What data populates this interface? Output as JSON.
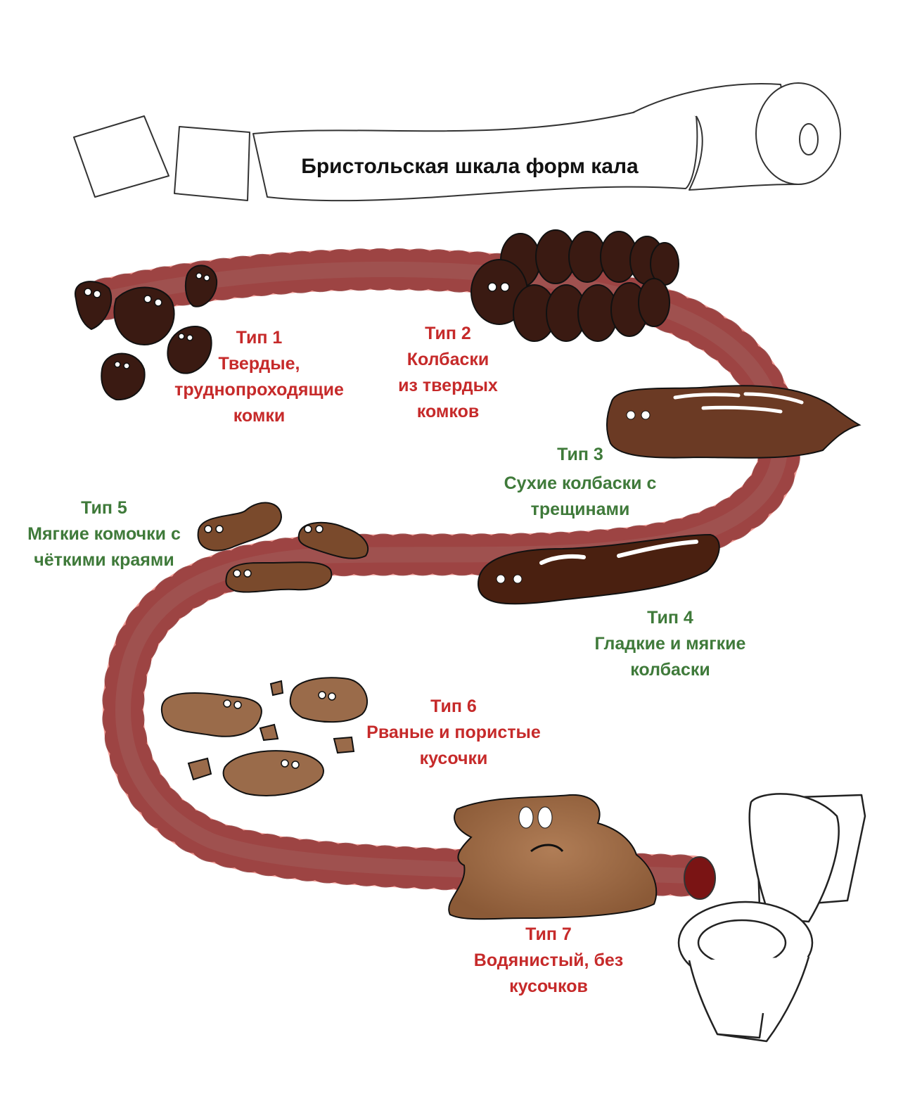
{
  "title": "Бристольская шкала форм кала",
  "colors": {
    "red_label": "#c62a2a",
    "green_label": "#3f7a3a",
    "intestine": "#ee9691",
    "intestine_light": "#f7c8c3",
    "stool_dark": "#3a1a12",
    "stool_medium": "#6b3a24",
    "stool_light": "#9a6b4a"
  },
  "types": [
    {
      "id": 1,
      "heading": "Тип 1",
      "lines": [
        "Твердые,",
        "труднопроходящие",
        "комки"
      ],
      "color": "red"
    },
    {
      "id": 2,
      "heading": "Тип 2",
      "lines": [
        "Колбаски",
        "из твердых",
        "комков"
      ],
      "color": "red"
    },
    {
      "id": 3,
      "heading": "Тип 3",
      "lines": [
        "Сухие колбаски с",
        "трещинами"
      ],
      "color": "green"
    },
    {
      "id": 4,
      "heading": "Тип 4",
      "lines": [
        "Гладкие и мягкие",
        "колбаски"
      ],
      "color": "green"
    },
    {
      "id": 5,
      "heading": "Тип 5",
      "lines": [
        "Мягкие комочки с",
        "чёткими краями"
      ],
      "color": "green"
    },
    {
      "id": 6,
      "heading": "Тип 6",
      "lines": [
        "Рваные и пористые",
        "кусочки"
      ],
      "color": "red"
    },
    {
      "id": 7,
      "heading": "Тип 7",
      "lines": [
        "Водянистый, без",
        "кусочков"
      ],
      "color": "red"
    }
  ],
  "icons": [
    "toilet-paper-roll-icon",
    "toilet-icon",
    "intestine-icon",
    "stool-icon"
  ]
}
